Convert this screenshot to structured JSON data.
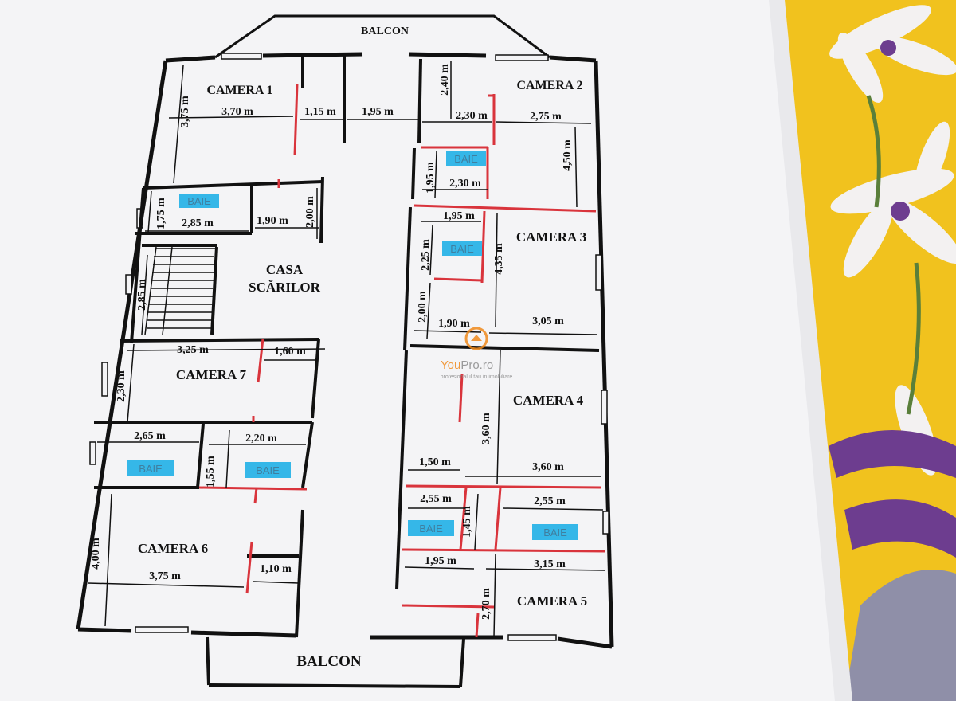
{
  "plan": {
    "balcony_top": "BALCON",
    "balcony_bottom": "BALCON",
    "rooms": {
      "camera1": "CAMERA 1",
      "camera2": "CAMERA 2",
      "camera3": "CAMERA 3",
      "camera4": "CAMERA 4",
      "camera5": "CAMERA 5",
      "camera6": "CAMERA 6",
      "camera7": "CAMERA 7",
      "stair_line1": "CASA",
      "stair_line2": "SCĂRILOR"
    },
    "bath_label": "BAIE",
    "dimensions": {
      "d_3_75_v": "3,75 m",
      "d_3_70": "3,70 m",
      "d_1_15": "1,15 m",
      "d_1_95_top": "1,95 m",
      "d_2_40": "2,40 m",
      "d_2_30_top": "2,30 m",
      "d_2_75": "2,75 m",
      "d_4_50": "4,50 m",
      "d_1_95_v": "1,95 m",
      "d_2_30_bath": "2,30 m",
      "d_1_75": "1,75 m",
      "d_2_85_h": "2,85 m",
      "d_1_90_left": "1,90 m",
      "d_2_00_left": "2,00 m",
      "d_1_95_r": "1,95 m",
      "d_2_25": "2,25 m",
      "d_4_35": "4,35 m",
      "d_2_85_v": "2,85 m",
      "d_2_00_r": "2,00 m",
      "d_1_90_r": "1,90 m",
      "d_3_05": "3,05 m",
      "d_3_25": "3,25 m",
      "d_1_60": "1,60 m",
      "d_2_30_c7": "2,30 m",
      "d_3_60_v": "3,60 m",
      "d_2_65": "2,65 m",
      "d_2_20": "2,20 m",
      "d_1_55": "1,55 m",
      "d_1_50": "1,50 m",
      "d_3_60_h": "3,60 m",
      "d_2_55_l": "2,55 m",
      "d_2_55_r": "2,55 m",
      "d_1_45": "1,45 m",
      "d_4_00": "4,00 m",
      "d_3_75_h": "3,75 m",
      "d_1_10": "1,10 m",
      "d_1_95_bot": "1,95 m",
      "d_3_15": "3,15 m",
      "d_2_70": "2,70 m"
    }
  },
  "watermark": {
    "brand_you": "You",
    "brand_pro": "Pro.ro",
    "tagline": "profesionalul tau in imobiliare"
  },
  "colors": {
    "paper": "#f4f4f6",
    "wall": "#111111",
    "partition": "#d9343c",
    "bath_highlight": "#35b7e8",
    "fabric_yellow": "#f1c21e",
    "flower_white": "#f3f1f1",
    "flower_purple": "#6d3d8f",
    "watermark_orange": "#f08a1c"
  }
}
